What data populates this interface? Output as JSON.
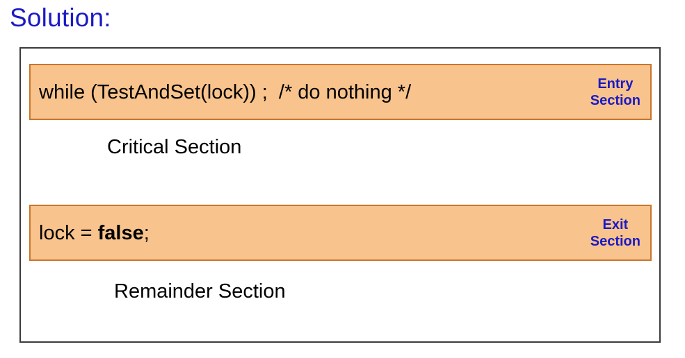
{
  "slide": {
    "title": "Solution:",
    "title_color": "#1a1ac4"
  },
  "diagram": {
    "frame_border_color": "#3a3a3a",
    "highlight_fill": "#f8c38c",
    "highlight_border": "#c8762c",
    "label_color": "#1a1ac4",
    "code_color": "#000000",
    "rows": [
      {
        "id": "entry",
        "code_prefix": "while (TestAndSet(lock)) ;  /* do nothing */",
        "code_bold": "",
        "code_suffix": "",
        "tag": "Entry\nSection",
        "highlighted": true
      },
      {
        "id": "critical",
        "text": "Critical Section",
        "highlighted": false
      },
      {
        "id": "exit",
        "code_prefix": "lock = ",
        "code_bold": "false",
        "code_suffix": ";",
        "tag": "Exit\nSection",
        "highlighted": true
      },
      {
        "id": "remainder",
        "text": "Remainder Section",
        "highlighted": false
      }
    ]
  }
}
